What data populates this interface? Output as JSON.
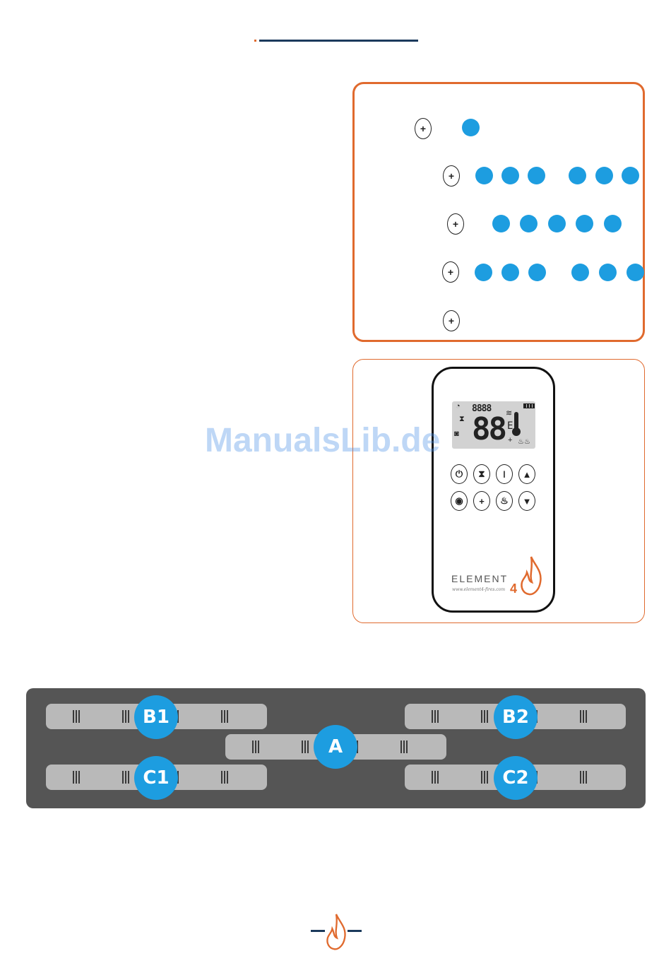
{
  "header": {
    "accent_color": "#1b3a5c",
    "dot_color": "#e06a2e"
  },
  "zone_panel": {
    "border_color": "#e06a2e",
    "dot_color": "#1d9de0",
    "rows": [
      {
        "icon": "zone-flame-icon",
        "dots": 1
      },
      {
        "icon": "zone-flame-icon",
        "dots": 6
      },
      {
        "icon": "zone-flame-icon",
        "dots": 5
      },
      {
        "icon": "zone-flame-icon",
        "dots": 6
      },
      {
        "icon": "zone-flame-icon",
        "dots": 0
      }
    ]
  },
  "remote": {
    "lcd": {
      "small_digits": "8888",
      "big_digits": "88",
      "letter": "E"
    },
    "buttons_row1": [
      {
        "name": "power-button",
        "glyph": "⏻"
      },
      {
        "name": "timer-button",
        "glyph": "⧗"
      },
      {
        "name": "thermostat-button",
        "glyph": "🌡"
      },
      {
        "name": "up-button",
        "glyph": "▲"
      }
    ],
    "buttons_row2": [
      {
        "name": "program-button",
        "glyph": "◉"
      },
      {
        "name": "zone-button",
        "glyph": "+"
      },
      {
        "name": "flame-button",
        "glyph": "♨"
      },
      {
        "name": "down-button",
        "glyph": "▼"
      }
    ],
    "brand": "ELEMENT",
    "brand_number": "4",
    "brand_url": "www.element4-fires.com"
  },
  "watermark": "ManualsLib.de",
  "burner_diagram": {
    "background": "#555555",
    "zone_color": "#1d9de0",
    "zones": [
      {
        "id": "b1",
        "label": "B1"
      },
      {
        "id": "b2",
        "label": "B2"
      },
      {
        "id": "a",
        "label": "A"
      },
      {
        "id": "c1",
        "label": "C1"
      },
      {
        "id": "c2",
        "label": "C2"
      }
    ]
  }
}
